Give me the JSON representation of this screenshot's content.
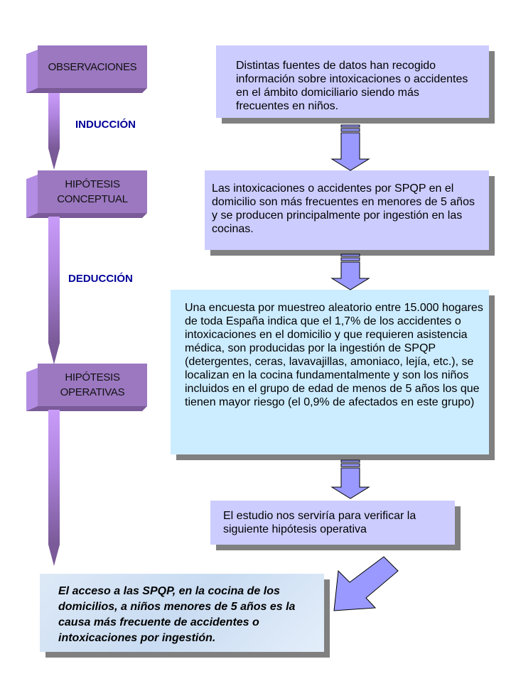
{
  "stages": [
    {
      "label": "OBSERVACIONES"
    },
    {
      "label": "HIPÓTESIS CONCEPTUAL",
      "line1": "HIPÓTESIS",
      "line2": "CONCEPTUAL"
    },
    {
      "label": "HIPÓTESIS OPERATIVAS",
      "line1": "HIPÓTESIS",
      "line2": "OPERATIVAS"
    }
  ],
  "transitions": {
    "induction": "INDUCCIÓN",
    "deduction": "DEDUCCIÓN"
  },
  "boxes": [
    {
      "text": "Distintas fuentes de datos han recogido información sobre intoxicaciones o accidentes en el ámbito domiciliario siendo más frecuentes en niños."
    },
    {
      "text": "Las intoxicaciones o accidentes por SPQP en el domicilio son más frecuentes en menores de 5 años y se producen principalmente por ingestión en las cocinas."
    },
    {
      "text": "Una encuesta por muestreo aleatorio entre 15.000 hogares de toda España indica que el 1,7% de los accidentes o intoxicaciones en el domicilio y que requieren asistencia médica, son producidas por la ingestión de SPQP (detergentes, ceras, lavavajillas, amoniaco, lejía, etc.), se localizan en la cocina fundamentalmente y son los niños incluidos en el grupo de edad de menos de 5 años los que tienen mayor riesgo (el 0,9% de afectados en este grupo)"
    },
    {
      "text": "El estudio nos serviría para verificar la siguiente hipótesis operativa"
    }
  ],
  "conclusion": "El acceso a las SPQP, en la cocina de los domicilios, a niños menores de 5 años es la causa más frecuente de accidentes o intoxicaciones por ingestión.",
  "colors": {
    "stage": "#9b78c0",
    "arrow": "#9999ff",
    "box_lavender": "#ccccff",
    "box_cyan": "#ccecff"
  }
}
